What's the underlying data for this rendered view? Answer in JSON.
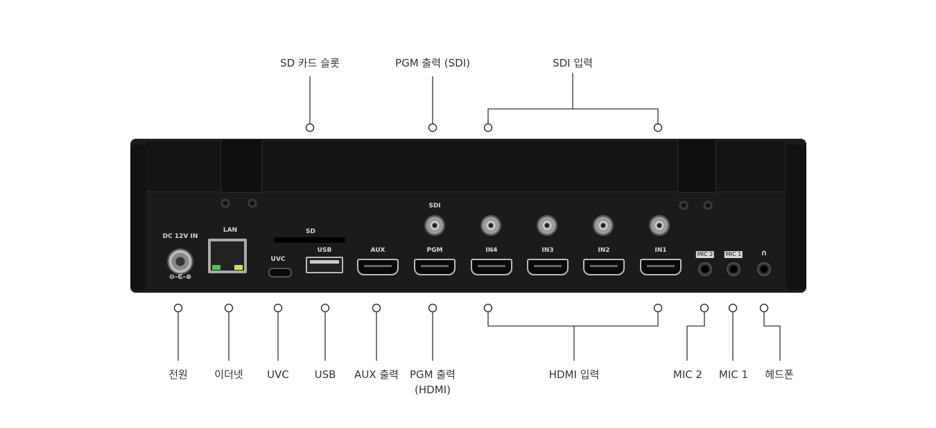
{
  "top_callouts": {
    "sd_slot": "SD 카드 슬롯",
    "pgm_sdi": "PGM 출력 (SDI)",
    "sdi_input": "SDI 입력"
  },
  "bottom_callouts": {
    "power": "전원",
    "ethernet": "이더넷",
    "uvc": "UVC",
    "usb": "USB",
    "aux": "AUX 출력",
    "pgm_hdmi_line1": "PGM 출력",
    "pgm_hdmi_line2": "(HDMI)",
    "hdmi_input": "HDMI 입력",
    "mic2": "MIC 2",
    "mic1": "MIC 1",
    "headphone": "헤드폰"
  },
  "device_labels": {
    "dc": "DC 12V IN",
    "polarity": "⊖-Ͼ-⊕",
    "lan": "LAN",
    "sd": "SD",
    "uvc": "UVC",
    "usb": "USB",
    "aux": "AUX",
    "sdi": "SDI",
    "pgm": "PGM",
    "in4": "IN4",
    "in3": "IN3",
    "in2": "IN2",
    "in1": "IN1",
    "mic2": "MIC 2",
    "mic1": "MIC 1",
    "headphone_symbol": "∩"
  }
}
